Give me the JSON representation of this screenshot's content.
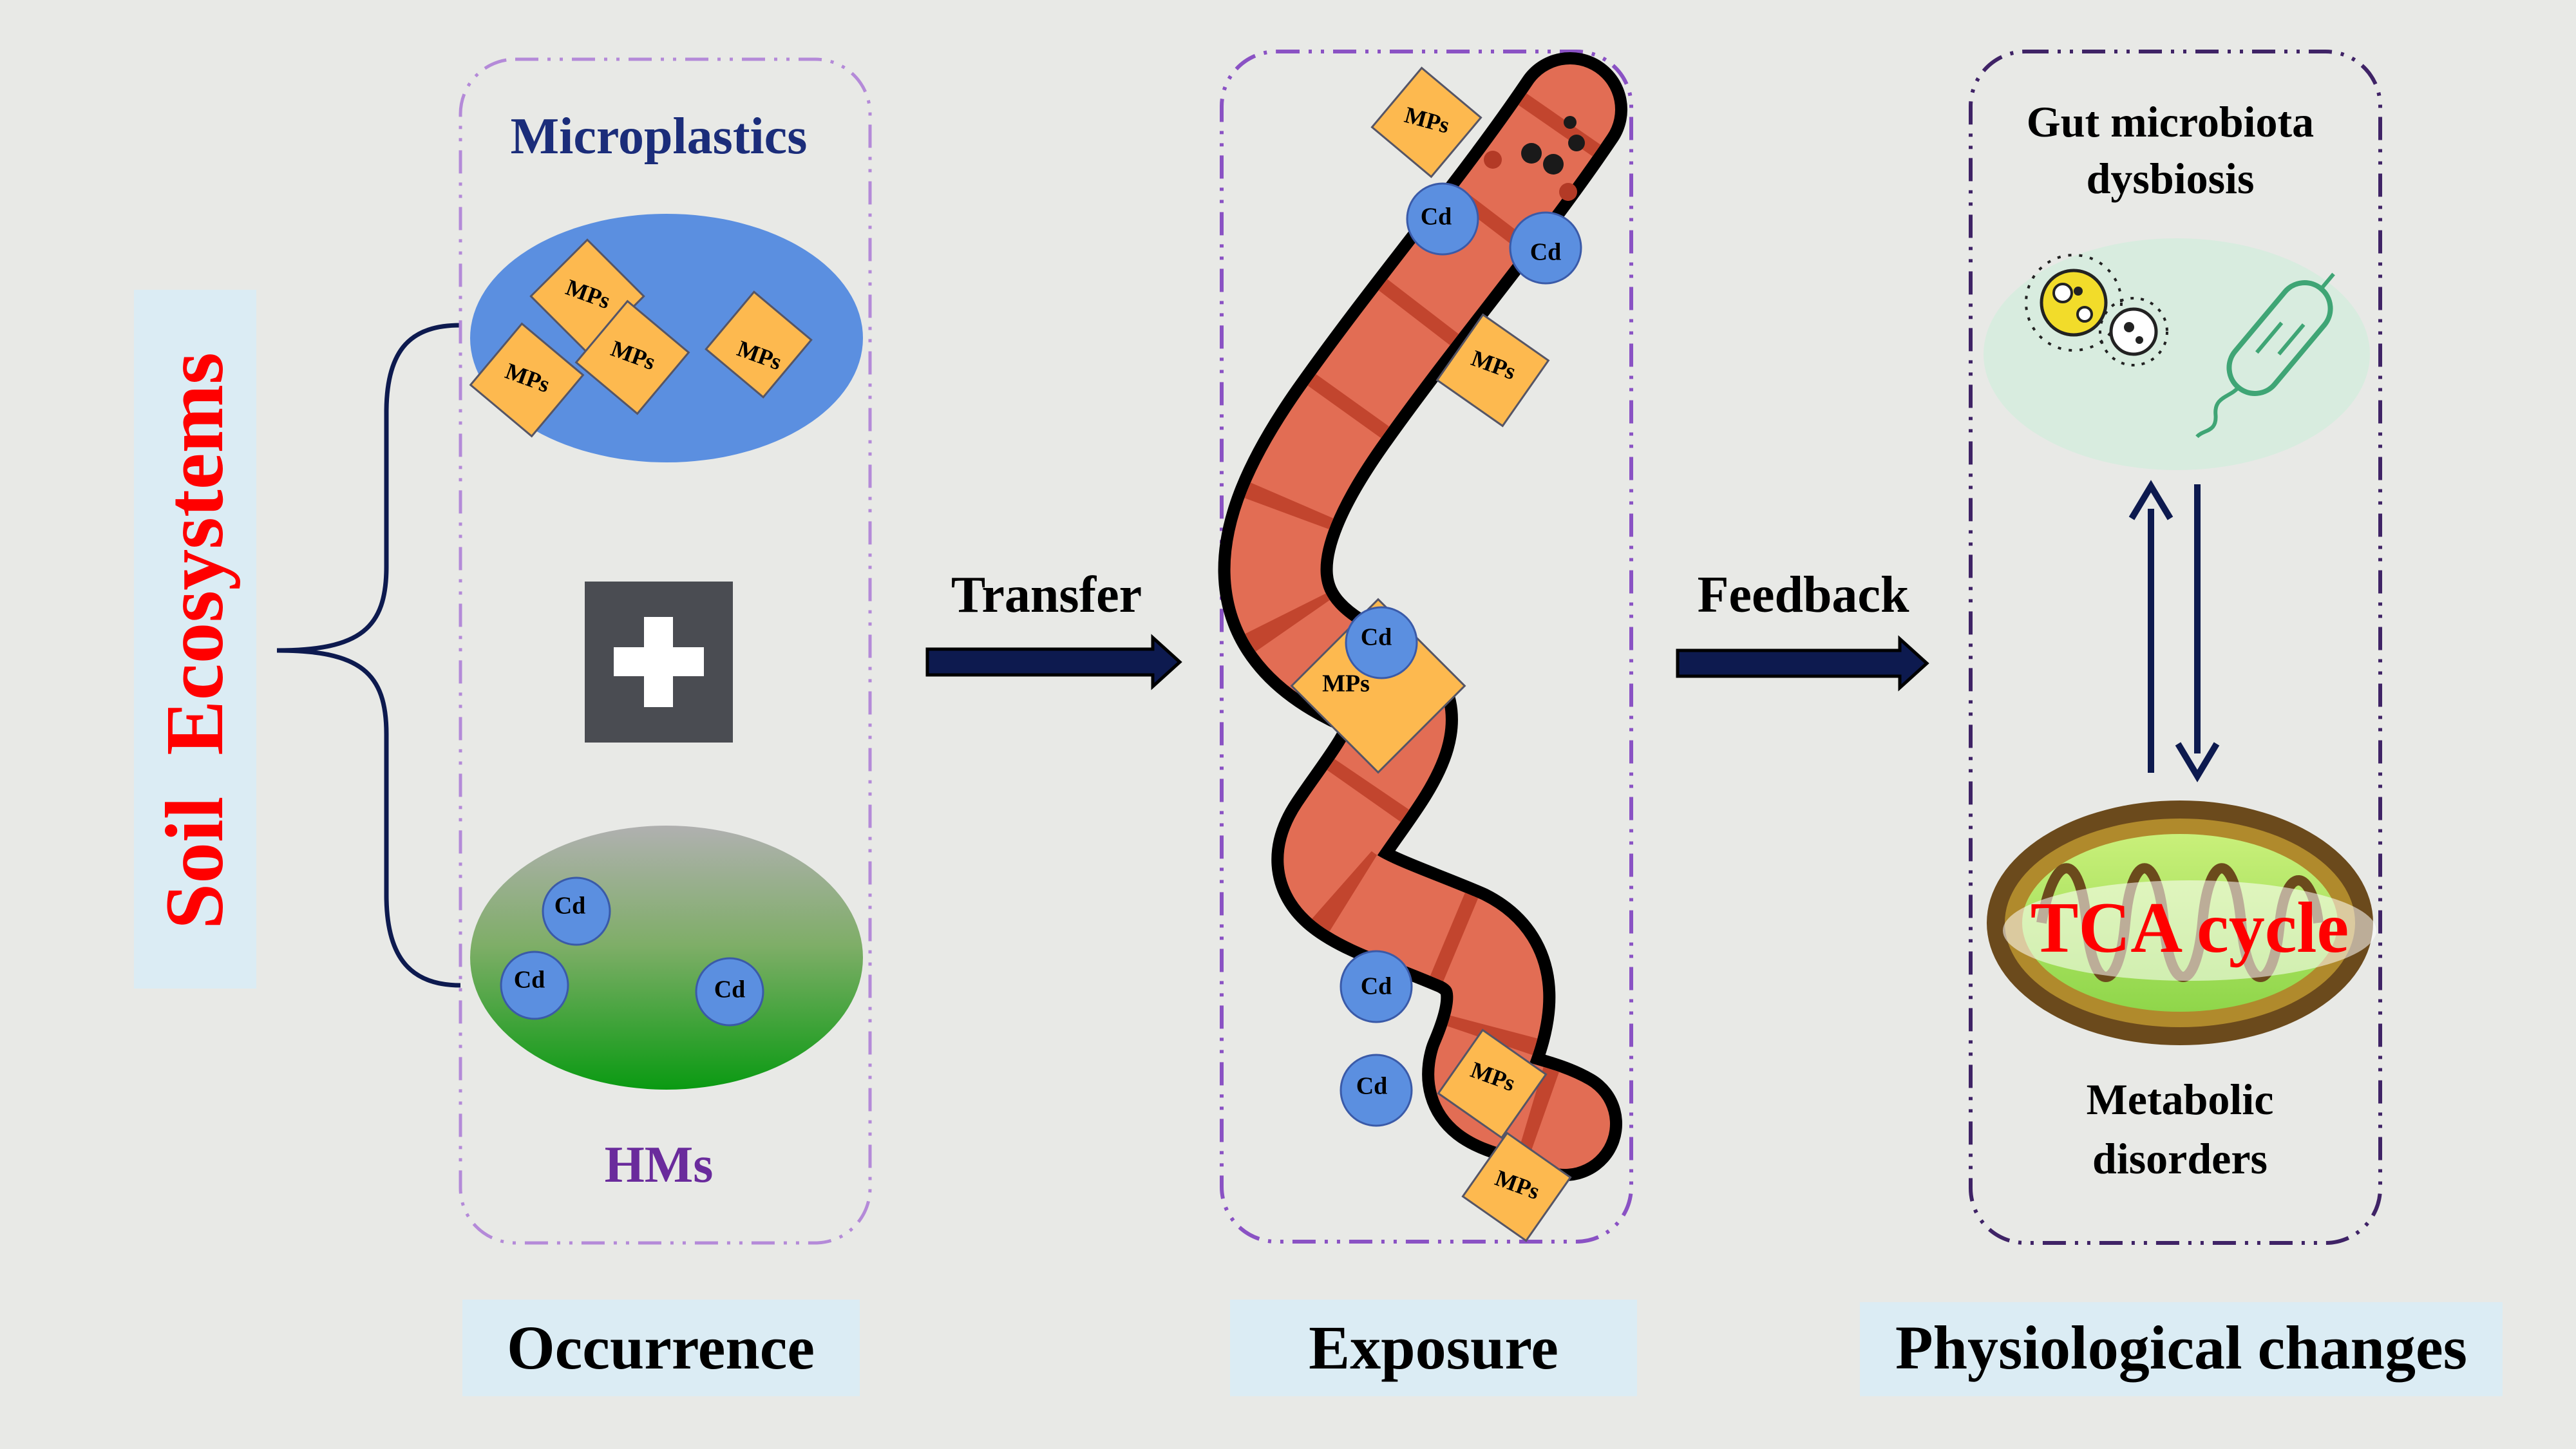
{
  "left_label": "Soil  Ecosystems",
  "occurrence": {
    "microplastics_label": "Microplastics",
    "hms_label": "HMs",
    "mp_tag": "MPs",
    "cd_tag": "Cd",
    "footer": "Occurrence"
  },
  "arrows": {
    "transfer": "Transfer",
    "feedback": "Feedback"
  },
  "exposure": {
    "mp_tag": "MPs",
    "cd_tag": "Cd",
    "footer": "Exposure"
  },
  "physiology": {
    "gut_title_line1": "Gut microbiota",
    "gut_title_line2": "dysbiosis",
    "tca_label": "TCA cycle",
    "metabolic_line1": "Metabolic",
    "metabolic_line2": "disorders",
    "footer": "Physiological changes"
  },
  "colors": {
    "background": "#e8e9e6",
    "label_box": "#dbecf4",
    "soil_red": "#ff0000",
    "mp_fill": "#fdb94f",
    "cd_fill": "#5b8fe0",
    "worm_body": "#e26d54",
    "microplastics_text": "#1b2d7a",
    "hms_text": "#6a2b9c",
    "dark_navy": "#0d1a4f"
  }
}
